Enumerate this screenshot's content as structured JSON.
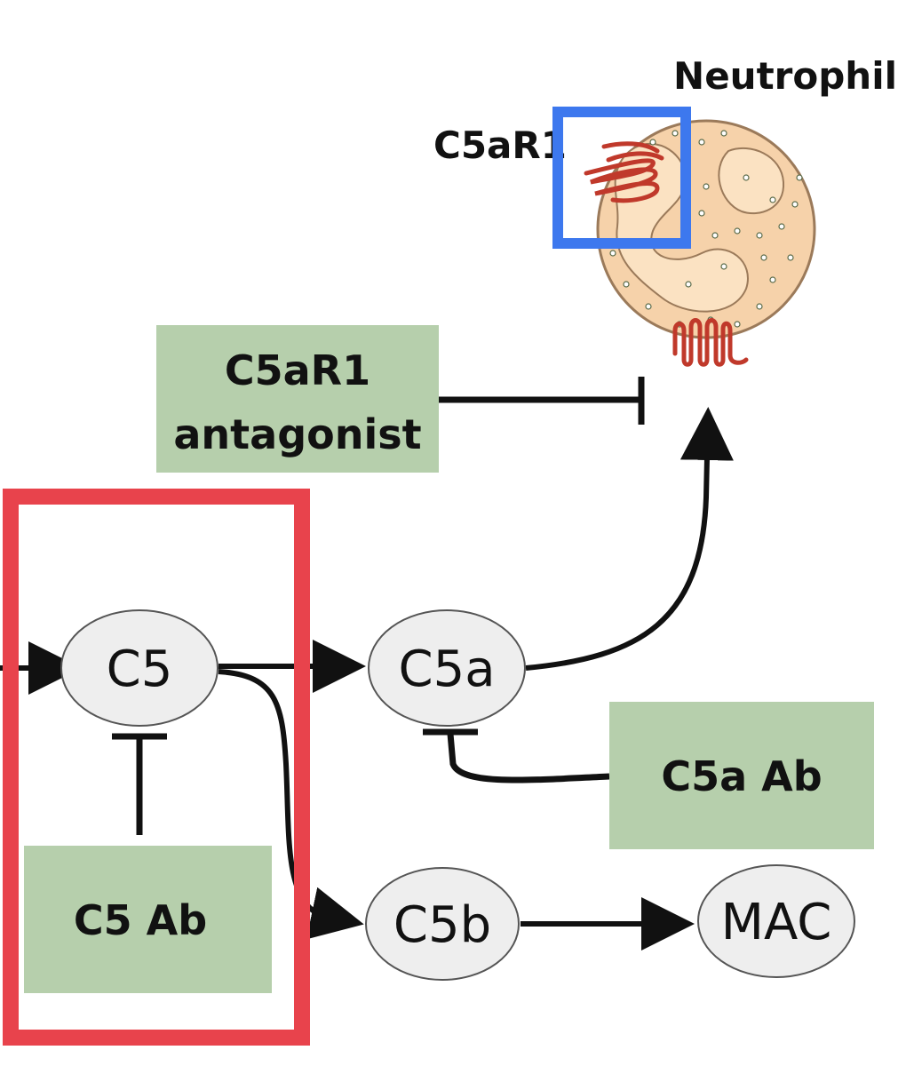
{
  "cell": {
    "title": "Neutrophil",
    "receptor_label": "C5aR1"
  },
  "nodes": {
    "c5": "C5",
    "c5a": "C5a",
    "c5b": "C5b",
    "mac": "MAC"
  },
  "inhibitors": {
    "antagonist_line1": "C5aR1",
    "antagonist_line2": "antagonist",
    "c5a_ab": "C5a Ab",
    "c5_ab": "C5 Ab"
  },
  "colors": {
    "box_fill": "#b6cfac",
    "node_fill": "#eeeeee",
    "cell_fill": "#f6d2aa",
    "receptor": "#c0392b",
    "highlight_red": "#e8434c",
    "highlight_blue": "#3d78ee"
  }
}
